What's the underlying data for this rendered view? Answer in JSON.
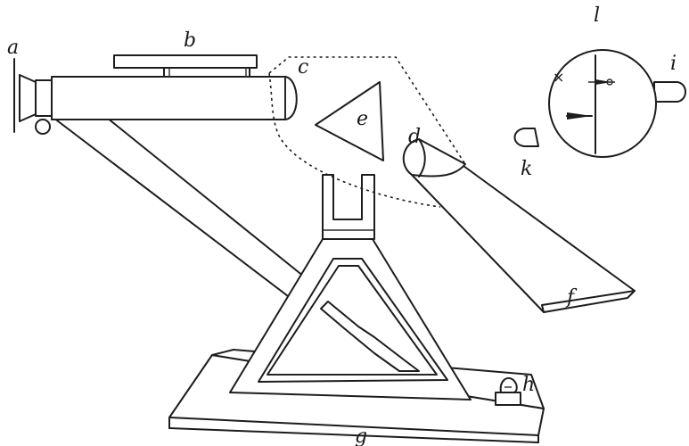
{
  "labels": {
    "a": "a",
    "b": "b",
    "c": "c",
    "d": "d",
    "e": "e",
    "f": "f",
    "g": "g",
    "h": "h",
    "i": "i",
    "k": "k",
    "l": "l"
  },
  "reticle_cross": "×",
  "colors": {
    "ink": "#1d1d1d",
    "paper": "#ffffff"
  }
}
